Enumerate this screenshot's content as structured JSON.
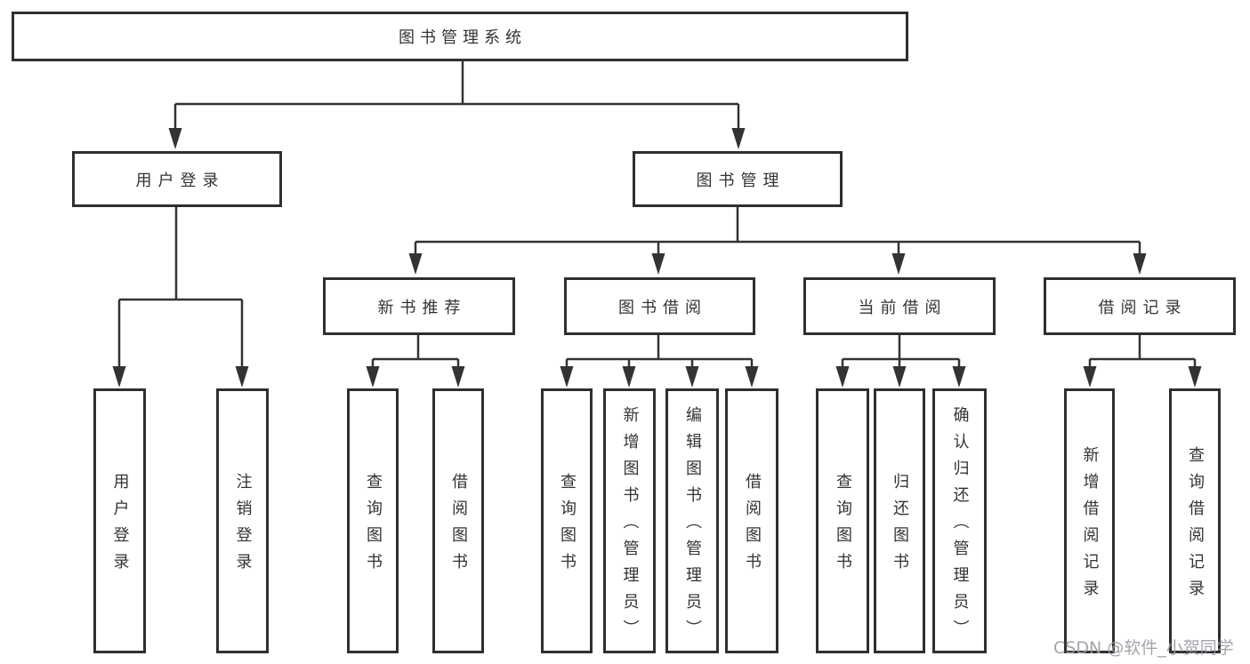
{
  "colors": {
    "line": "#333333",
    "box_border": "#2f2f2f",
    "box_fill": "#ffffff",
    "text": "#333333",
    "watermark": "#9b9ba5",
    "background": "#ffffff"
  },
  "watermark": {
    "text": "CSDN @软件_小贺同学"
  },
  "tree": {
    "root": {
      "label": "图书管理系统"
    },
    "branches": [
      {
        "label": "用户登录",
        "children": [
          {
            "label": "用户登录"
          },
          {
            "label": "注销登录"
          }
        ]
      },
      {
        "label": "图书管理",
        "children": [
          {
            "label": "新书推荐",
            "children": [
              {
                "label": "查询图书"
              },
              {
                "label": "借阅图书"
              }
            ]
          },
          {
            "label": "图书借阅",
            "children": [
              {
                "label": "查询图书"
              },
              {
                "label": "新增图书（管理员）"
              },
              {
                "label": "编辑图书（管理员）"
              },
              {
                "label": "借阅图书"
              }
            ]
          },
          {
            "label": "当前借阅",
            "children": [
              {
                "label": "查询图书"
              },
              {
                "label": "归还图书"
              },
              {
                "label": "确认归还（管理员）"
              }
            ]
          },
          {
            "label": "借阅记录",
            "children": [
              {
                "label": "新增借阅记录"
              },
              {
                "label": "查询借阅记录"
              }
            ]
          }
        ]
      }
    ]
  }
}
